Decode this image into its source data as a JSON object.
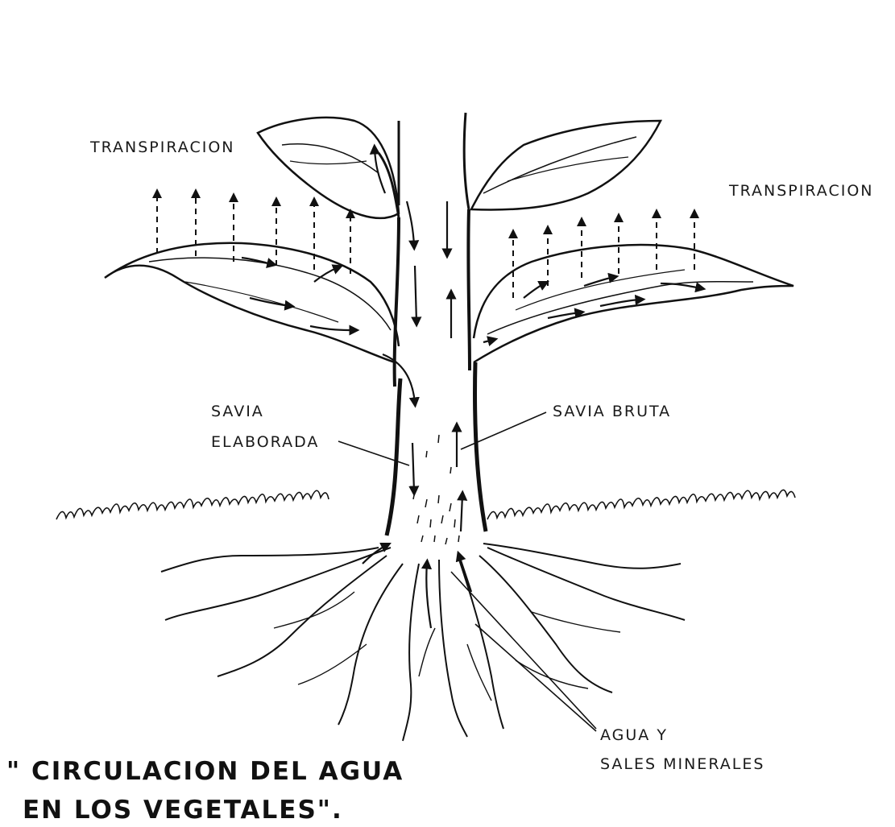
{
  "labels": {
    "transpiracion_left": "TRANSPIRACION",
    "transpiracion_right": "TRANSPIRACION",
    "savia_elaborada_1": "SAVIA",
    "savia_elaborada_2": "ELABORADA",
    "savia_bruta": "SAVIA  BRUTA",
    "agua_y": "AGUA Y",
    "sales_minerales": "SALES  MINERALES"
  },
  "title": {
    "line1": "\" CIRCULACION DEL AGUA",
    "line2": "EN LOS VEGETALES\"."
  },
  "colors": {
    "ink": "#111111",
    "paper": "#ffffff"
  }
}
